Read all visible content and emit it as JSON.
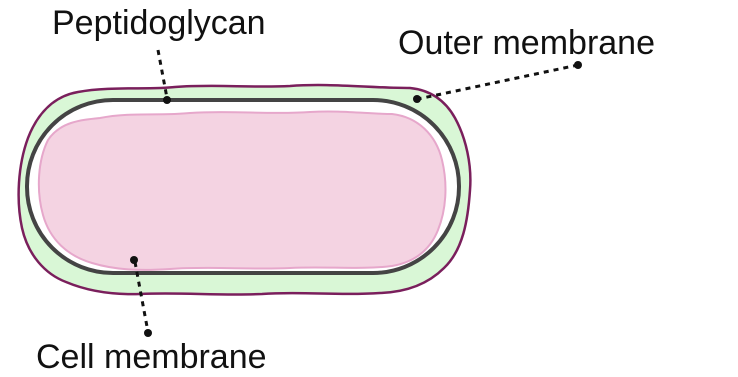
{
  "labels": {
    "peptidoglycan": "Peptidoglycan",
    "outer_membrane": "Outer membrane",
    "cell_membrane": "Cell membrane"
  },
  "colors": {
    "outer_membrane_fill": "#d9f7d6",
    "outer_membrane_stroke": "#7a1f5c",
    "peptidoglycan_stroke": "#444444",
    "periplasm_fill": "#ffffff",
    "cytoplasm_fill": "#f4d3e2",
    "cell_membrane_stroke": "#e6a7cb",
    "leader": "#111111"
  }
}
